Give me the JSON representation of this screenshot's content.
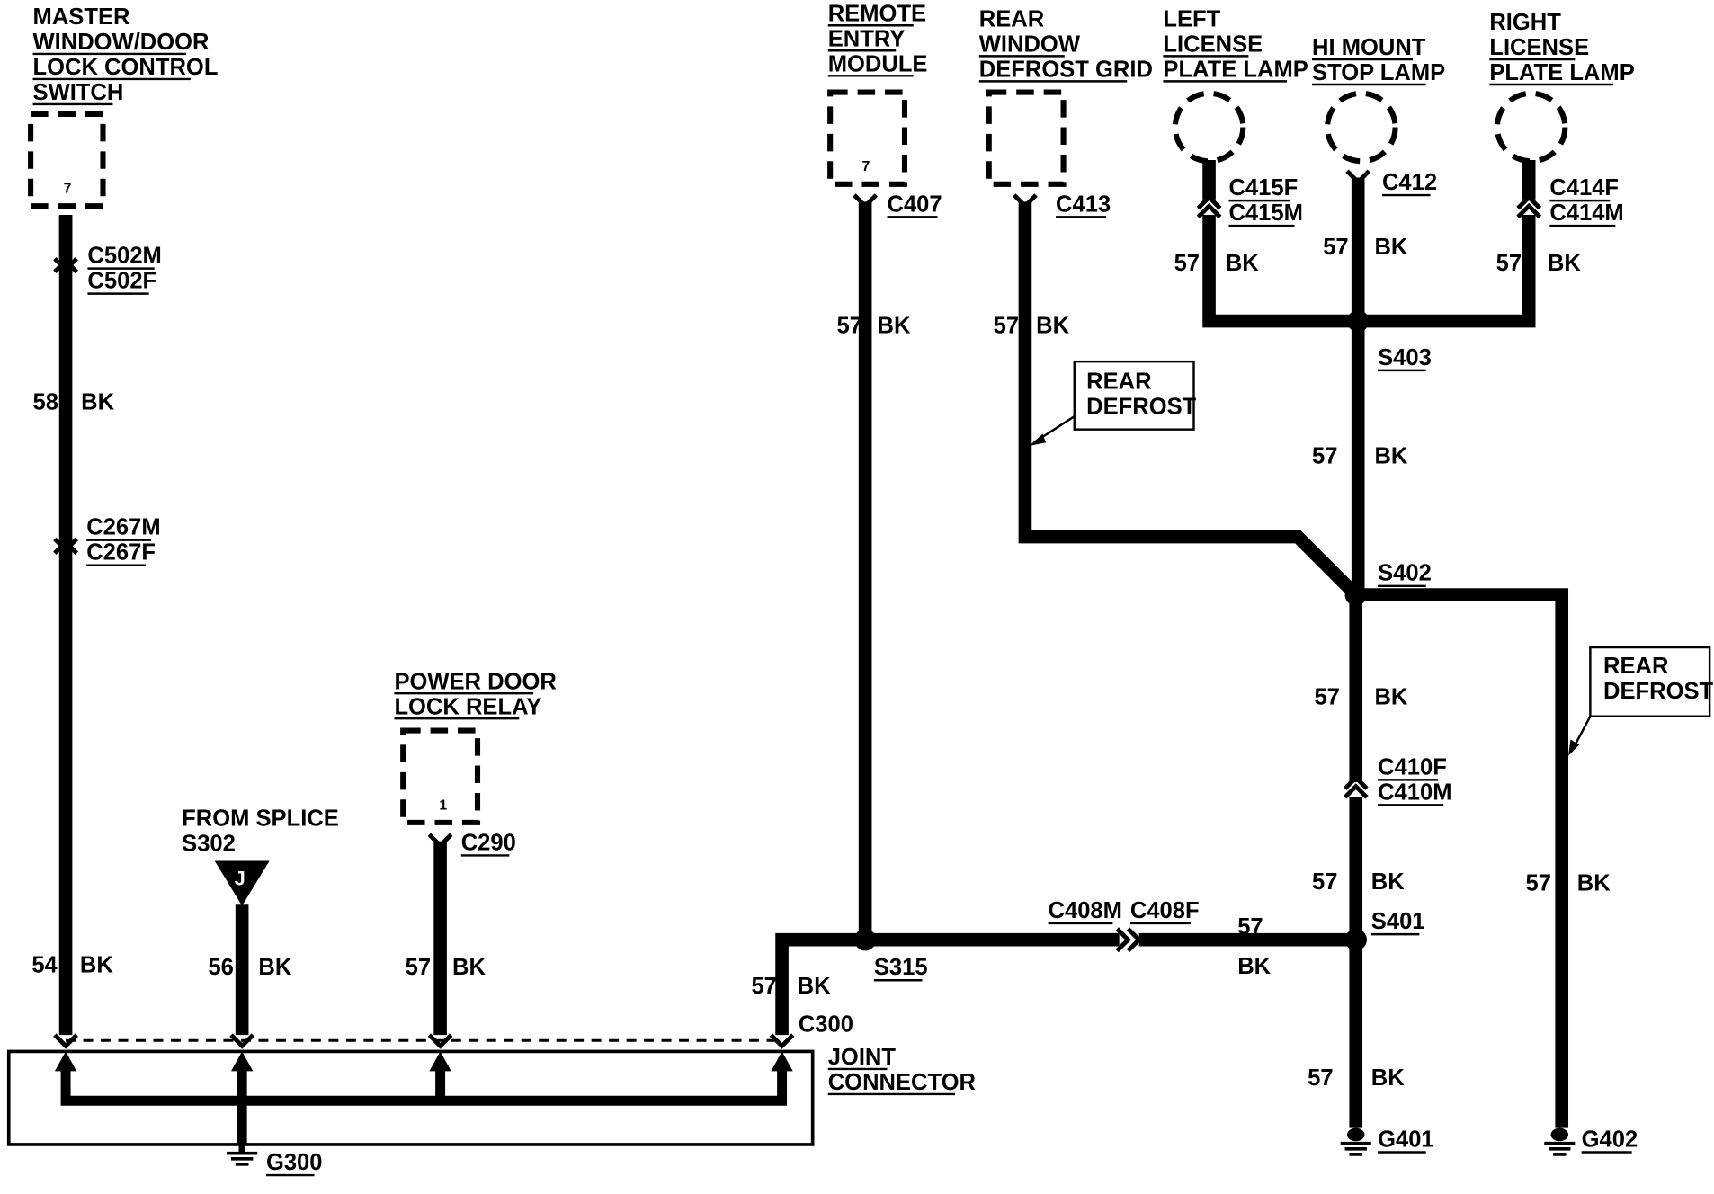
{
  "components": {
    "master_switch": [
      "MASTER",
      "WINDOW/DOOR",
      "LOCK CONTROL",
      "SWITCH"
    ],
    "master_switch_pin": "7",
    "remote_entry": [
      "REMOTE",
      "ENTRY",
      "MODULE"
    ],
    "remote_entry_pin": "7",
    "rear_window": [
      "REAR",
      "WINDOW",
      "DEFROST GRID"
    ],
    "left_lamp": [
      "LEFT",
      "LICENSE",
      "PLATE LAMP"
    ],
    "hi_mount": [
      "HI MOUNT",
      "STOP LAMP"
    ],
    "right_lamp": [
      "RIGHT",
      "LICENSE",
      "PLATE LAMP"
    ],
    "power_door": [
      "POWER DOOR",
      "LOCK RELAY"
    ],
    "power_door_pin": "1",
    "from_splice": [
      "FROM SPLICE",
      "S302"
    ],
    "splice_marker": "J",
    "joint_connector": [
      "JOINT",
      "CONNECTOR"
    ]
  },
  "connectors": {
    "c502m": "C502M",
    "c502f": "C502F",
    "c267m": "C267M",
    "c267f": "C267F",
    "c407": "C407",
    "c413": "C413",
    "c415f": "C415F",
    "c415m": "C415M",
    "c412": "C412",
    "c414f": "C414F",
    "c414m": "C414M",
    "c410f": "C410F",
    "c410m": "C410M",
    "c290": "C290",
    "c300": "C300",
    "c408m": "C408M",
    "c408f": "C408F"
  },
  "splices": {
    "s403": "S403",
    "s402": "S402",
    "s401": "S401",
    "s315": "S315"
  },
  "grounds": {
    "g401": "G401",
    "g402": "G402",
    "g300": "G300"
  },
  "callouts": {
    "rear_defrost_1": [
      "REAR",
      "DEFROST"
    ],
    "rear_defrost_2": [
      "REAR",
      "DEFROST"
    ]
  },
  "wires": {
    "w58": {
      "num": "58",
      "color": "BK"
    },
    "w54": {
      "num": "54",
      "color": "BK"
    },
    "w56": {
      "num": "56",
      "color": "BK"
    },
    "w57_relay": {
      "num": "57",
      "color": "BK"
    },
    "w57_c300": {
      "num": "57",
      "color": "BK"
    },
    "w57_remote": {
      "num": "57",
      "color": "BK"
    },
    "w57_defrost": {
      "num": "57",
      "color": "BK"
    },
    "w57_left": {
      "num": "57",
      "color": "BK"
    },
    "w57_him": {
      "num": "57",
      "color": "BK"
    },
    "w57_right": {
      "num": "57",
      "color": "BK"
    },
    "w57_s403": {
      "num": "57",
      "color": "BK"
    },
    "w57_s402": {
      "num": "57",
      "color": "BK"
    },
    "w57_c410": {
      "num": "57",
      "color": "BK"
    },
    "w57_s408": {
      "num": "57",
      "color": "BK"
    },
    "w57_g401": {
      "num": "57",
      "color": "BK"
    },
    "w57_g402": {
      "num": "57",
      "color": "BK"
    }
  }
}
